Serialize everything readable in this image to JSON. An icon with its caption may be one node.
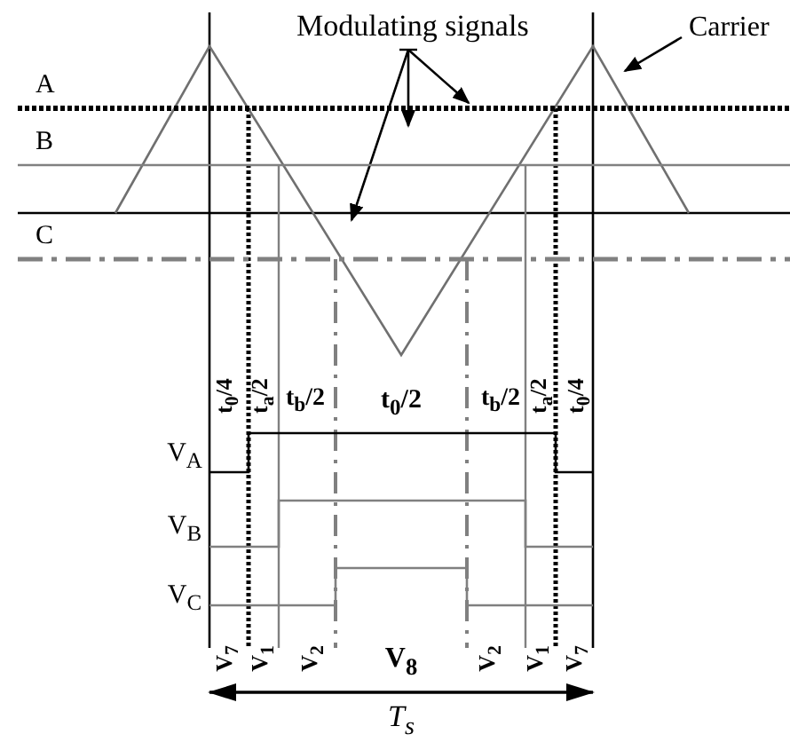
{
  "diagram": {
    "nodes": [
      {
        "text": [
          "Modulating signals"
        ]
      },
      {
        "text": [
          "Carrier"
        ]
      },
      {
        "text": [
          "A"
        ]
      },
      {
        "text": [
          "B"
        ]
      },
      {
        "text": [
          "C"
        ]
      },
      {
        "text": [],
        "shape": "triangle"
      }
    ],
    "edges": [
      {
        "from": 0,
        "to": 2,
        "arrow": "to"
      },
      {
        "from": 0,
        "to": 3,
        "arrow": "to"
      },
      {
        "from": 0,
        "to": 4,
        "arrow": "to"
      },
      {
        "from": 1,
        "to": 5,
        "arrow": "to"
      }
    ],
    "labels": [
      "t$_{0}$/4",
      "t$_{a}$/2",
      "t$_{b}$/2",
      "t$_{0}$/2",
      "t$_{b}$/2",
      "t$_{a}$/2",
      "t$_{0}$/4",
      "V$_{A}$",
      "V$_{B}$",
      "V$_{C}$",
      "V$_{7}$",
      "V$_{1}$",
      "V$_{2}$",
      "V$_{8}$",
      "V$_{2}$",
      "V$_{1}$",
      "V$_{7}$",
      "T$_{s}$"
    ]
  }
}
